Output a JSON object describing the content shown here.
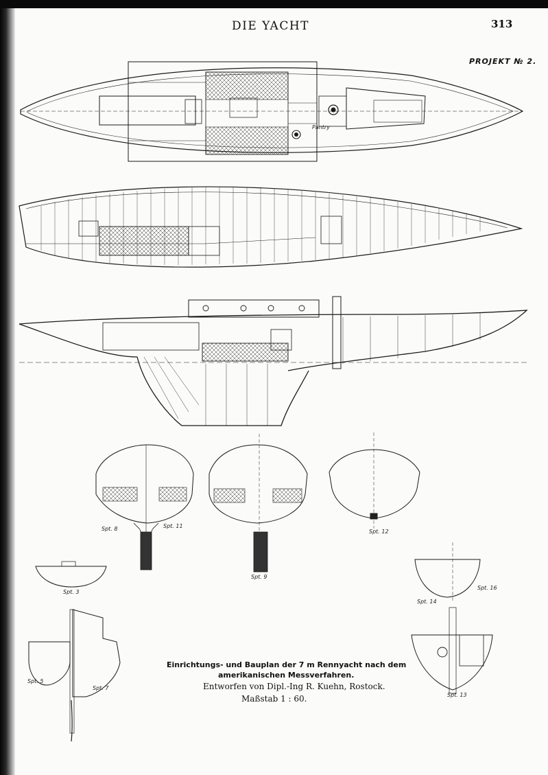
{
  "header": {
    "title": "DIE YACHT",
    "page_number": "313"
  },
  "project_label": "PROJEKT № 2.",
  "caption": {
    "line1": "Einrichtungs- und Bauplan der 7 m Rennyacht nach dem",
    "line2": "amerikanischen Messverfahren.",
    "line3": "Entworfen von Dipl.-Ing R. Kuehn, Rostock.",
    "line4": "Maßstab 1 : 60."
  },
  "section_labels": {
    "spt8": "Spt. 8",
    "spt11": "Spt. 11",
    "spt9": "Spt. 9",
    "spt12": "Spt. 12",
    "spt3": "Spt. 3",
    "spt14": "Spt. 14",
    "spt16": "Spt. 16",
    "spt5": "Spt. 5",
    "spt7": "Spt. 7",
    "spt13": "Spt. 13"
  },
  "plan_labels": {
    "pantry": "Pantry"
  }
}
